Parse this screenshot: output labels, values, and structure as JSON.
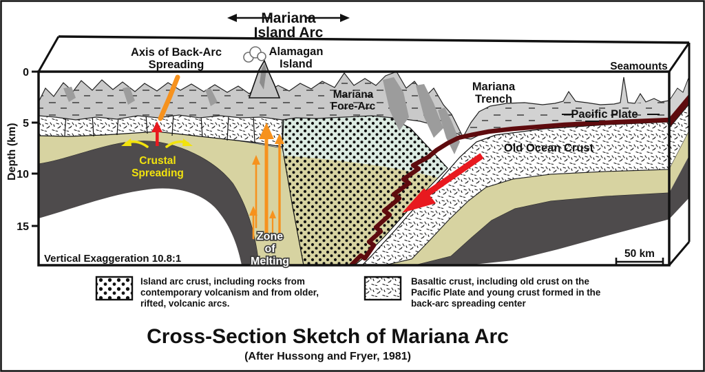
{
  "colors": {
    "island_arc_gray": "#c9c9c9",
    "mountain_shadow_gray": "#9c9c9c",
    "pacific_plate_gray": "#d2d2d2",
    "mantle_khaki": "#d7d3a1",
    "deep_dark_gray": "#4e4b4c",
    "young_crust_green": "#dcebe2",
    "old_crust_maroon": "#5e0b0e",
    "arrow_red": "#e8191f",
    "magma_orange": "#f6921e",
    "spreading_yellow": "#f2e30e"
  },
  "labels": {
    "island_arc": {
      "line1": "Mariana",
      "line2": "Island Arc"
    },
    "axis_back_arc": {
      "line1": "Axis of Back-Arc",
      "line2": "Spreading"
    },
    "alamagan": {
      "line1": "Alamagan",
      "line2": "Island"
    },
    "fore_arc": {
      "line1": "Mariana",
      "line2": "Fore-Arc"
    },
    "trench": {
      "line1": "Mariana",
      "line2": "Trench"
    },
    "seamounts": "Seamounts",
    "pacific_plate": "Pacific Plate",
    "old_ocean_crust": "Old Ocean Crust",
    "crustal_spreading": {
      "line1": "Crustal",
      "line2": "Spreading"
    },
    "zone_of_melting": {
      "line1": "Zone",
      "line2": "of",
      "line3": "Melting"
    },
    "vertical_exaggeration": "Vertical Exaggeration 10.8:1",
    "scale_bar": "50 km"
  },
  "depth_axis": {
    "label": "Depth (km)",
    "ticks": [
      "0",
      "5",
      "10",
      "15"
    ]
  },
  "legend": {
    "items": [
      {
        "swatch": "island-arc-crust-dot-pattern",
        "lines": [
          "Island arc crust, including rocks from",
          "contemporary volcanism and from older,",
          "rifted, volcanic arcs."
        ]
      },
      {
        "swatch": "basaltic-crust-speckle-pattern",
        "lines": [
          "Basaltic crust, including old crust on the",
          "Pacific Plate and young crust formed in the",
          "back-arc spreading center"
        ]
      }
    ]
  },
  "footer": {
    "title": "Cross-Section Sketch of Mariana Arc",
    "subtitle": "(After Hussong and Fryer, 1981)"
  }
}
